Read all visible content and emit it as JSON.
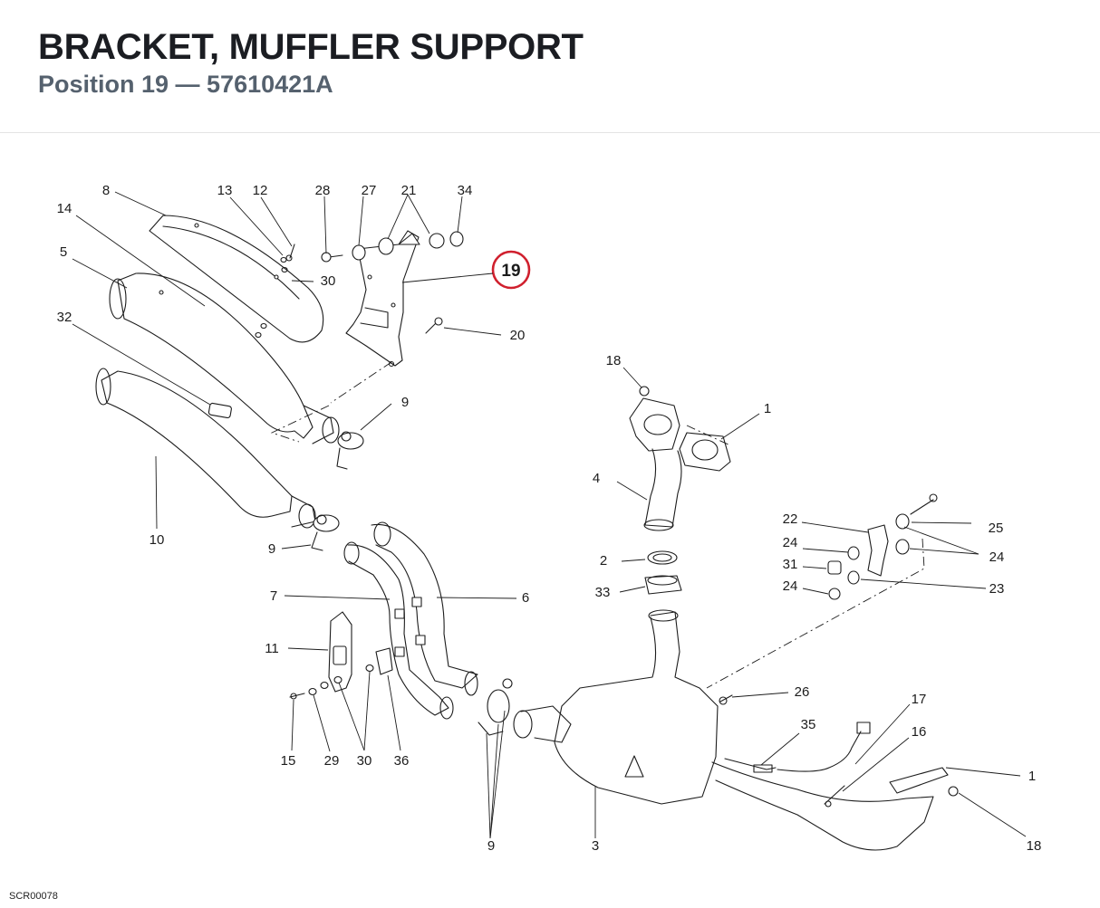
{
  "header": {
    "title": "BRACKET, MUFFLER SUPPORT",
    "subtitle": "Position 19 — 57610421A"
  },
  "diagram": {
    "highlight_label": "19",
    "highlight_color": "#d0202e",
    "footer_code": "SCR00078",
    "callouts": [
      {
        "id": "8",
        "text": "8"
      },
      {
        "id": "13",
        "text": "13"
      },
      {
        "id": "12",
        "text": "12"
      },
      {
        "id": "28",
        "text": "28"
      },
      {
        "id": "27",
        "text": "27"
      },
      {
        "id": "21",
        "text": "21"
      },
      {
        "id": "34",
        "text": "34"
      },
      {
        "id": "14",
        "text": "14"
      },
      {
        "id": "5",
        "text": "5"
      },
      {
        "id": "30a",
        "text": "30"
      },
      {
        "id": "32",
        "text": "32"
      },
      {
        "id": "20",
        "text": "20"
      },
      {
        "id": "18a",
        "text": "18"
      },
      {
        "id": "9a",
        "text": "9"
      },
      {
        "id": "1a",
        "text": "1"
      },
      {
        "id": "4",
        "text": "4"
      },
      {
        "id": "10",
        "text": "10"
      },
      {
        "id": "22",
        "text": "22"
      },
      {
        "id": "25",
        "text": "25"
      },
      {
        "id": "24a",
        "text": "24"
      },
      {
        "id": "24b",
        "text": "24"
      },
      {
        "id": "31",
        "text": "31"
      },
      {
        "id": "24c",
        "text": "24"
      },
      {
        "id": "23",
        "text": "23"
      },
      {
        "id": "9b",
        "text": "9"
      },
      {
        "id": "2",
        "text": "2"
      },
      {
        "id": "7",
        "text": "7"
      },
      {
        "id": "6",
        "text": "6"
      },
      {
        "id": "33",
        "text": "33"
      },
      {
        "id": "11",
        "text": "11"
      },
      {
        "id": "26",
        "text": "26"
      },
      {
        "id": "17",
        "text": "17"
      },
      {
        "id": "35",
        "text": "35"
      },
      {
        "id": "16",
        "text": "16"
      },
      {
        "id": "15",
        "text": "15"
      },
      {
        "id": "29",
        "text": "29"
      },
      {
        "id": "30b",
        "text": "30"
      },
      {
        "id": "36",
        "text": "36"
      },
      {
        "id": "1b",
        "text": "1"
      },
      {
        "id": "9c",
        "text": "9"
      },
      {
        "id": "3",
        "text": "3"
      },
      {
        "id": "18b",
        "text": "18"
      }
    ]
  }
}
